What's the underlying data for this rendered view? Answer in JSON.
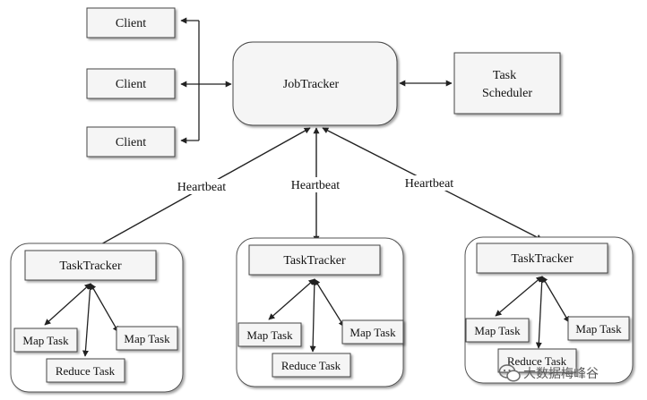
{
  "clients": [
    "Client",
    "Client",
    "Client"
  ],
  "jobtracker": "JobTracker",
  "scheduler": [
    "Task",
    "Scheduler"
  ],
  "heartbeats": [
    "Heartbeat",
    "Heartbeat",
    "Heartbeat"
  ],
  "nodes": [
    {
      "tracker": "TaskTracker",
      "map1": "Map Task",
      "map2": "Map Task",
      "reduce": "Reduce Task"
    },
    {
      "tracker": "TaskTracker",
      "map1": "Map Task",
      "map2": "Map Task",
      "reduce": "Reduce Task"
    },
    {
      "tracker": "TaskTracker",
      "map1": "Map Task",
      "map2": "Map Task",
      "reduce": "Reduce Task"
    }
  ],
  "watermark": "大数据梅峰谷",
  "watermark_icon": "wechat-icon"
}
